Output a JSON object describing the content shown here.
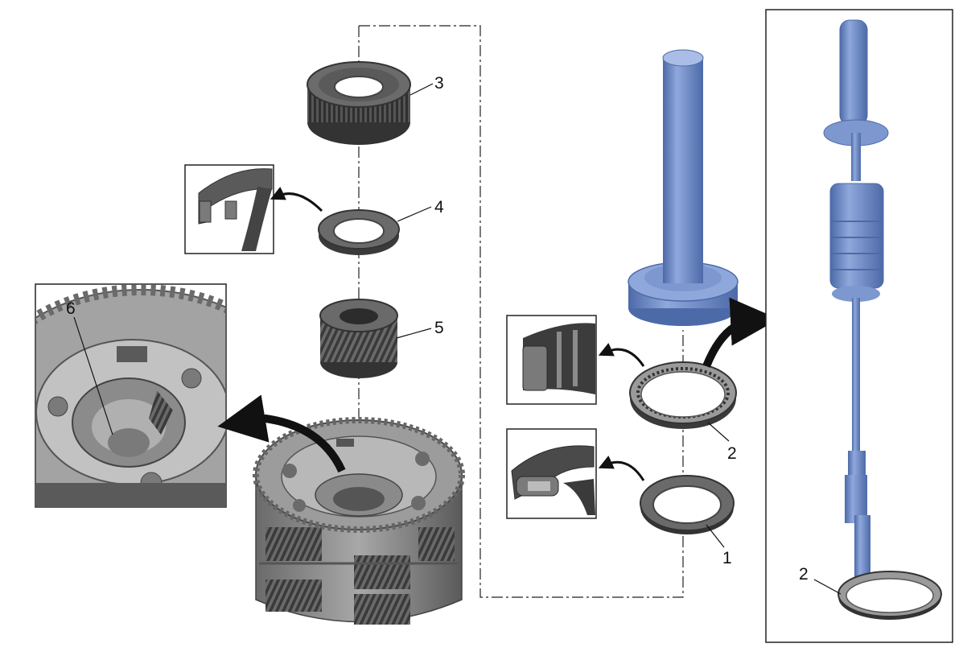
{
  "labels": {
    "item_1": "1",
    "item_2": "2",
    "item_2_detail": "2",
    "item_3": "3",
    "item_4": "4",
    "item_5": "5",
    "item_6": "6"
  },
  "colors": {
    "part_dark": "#4a4a4a",
    "part_mid": "#6e6e6e",
    "part_light": "#b5b5b5",
    "tool_blue": "#6f8fcf",
    "tool_blue_dark": "#4d6aa8",
    "tool_blue_light": "#a9bde6",
    "line": "#222222"
  }
}
